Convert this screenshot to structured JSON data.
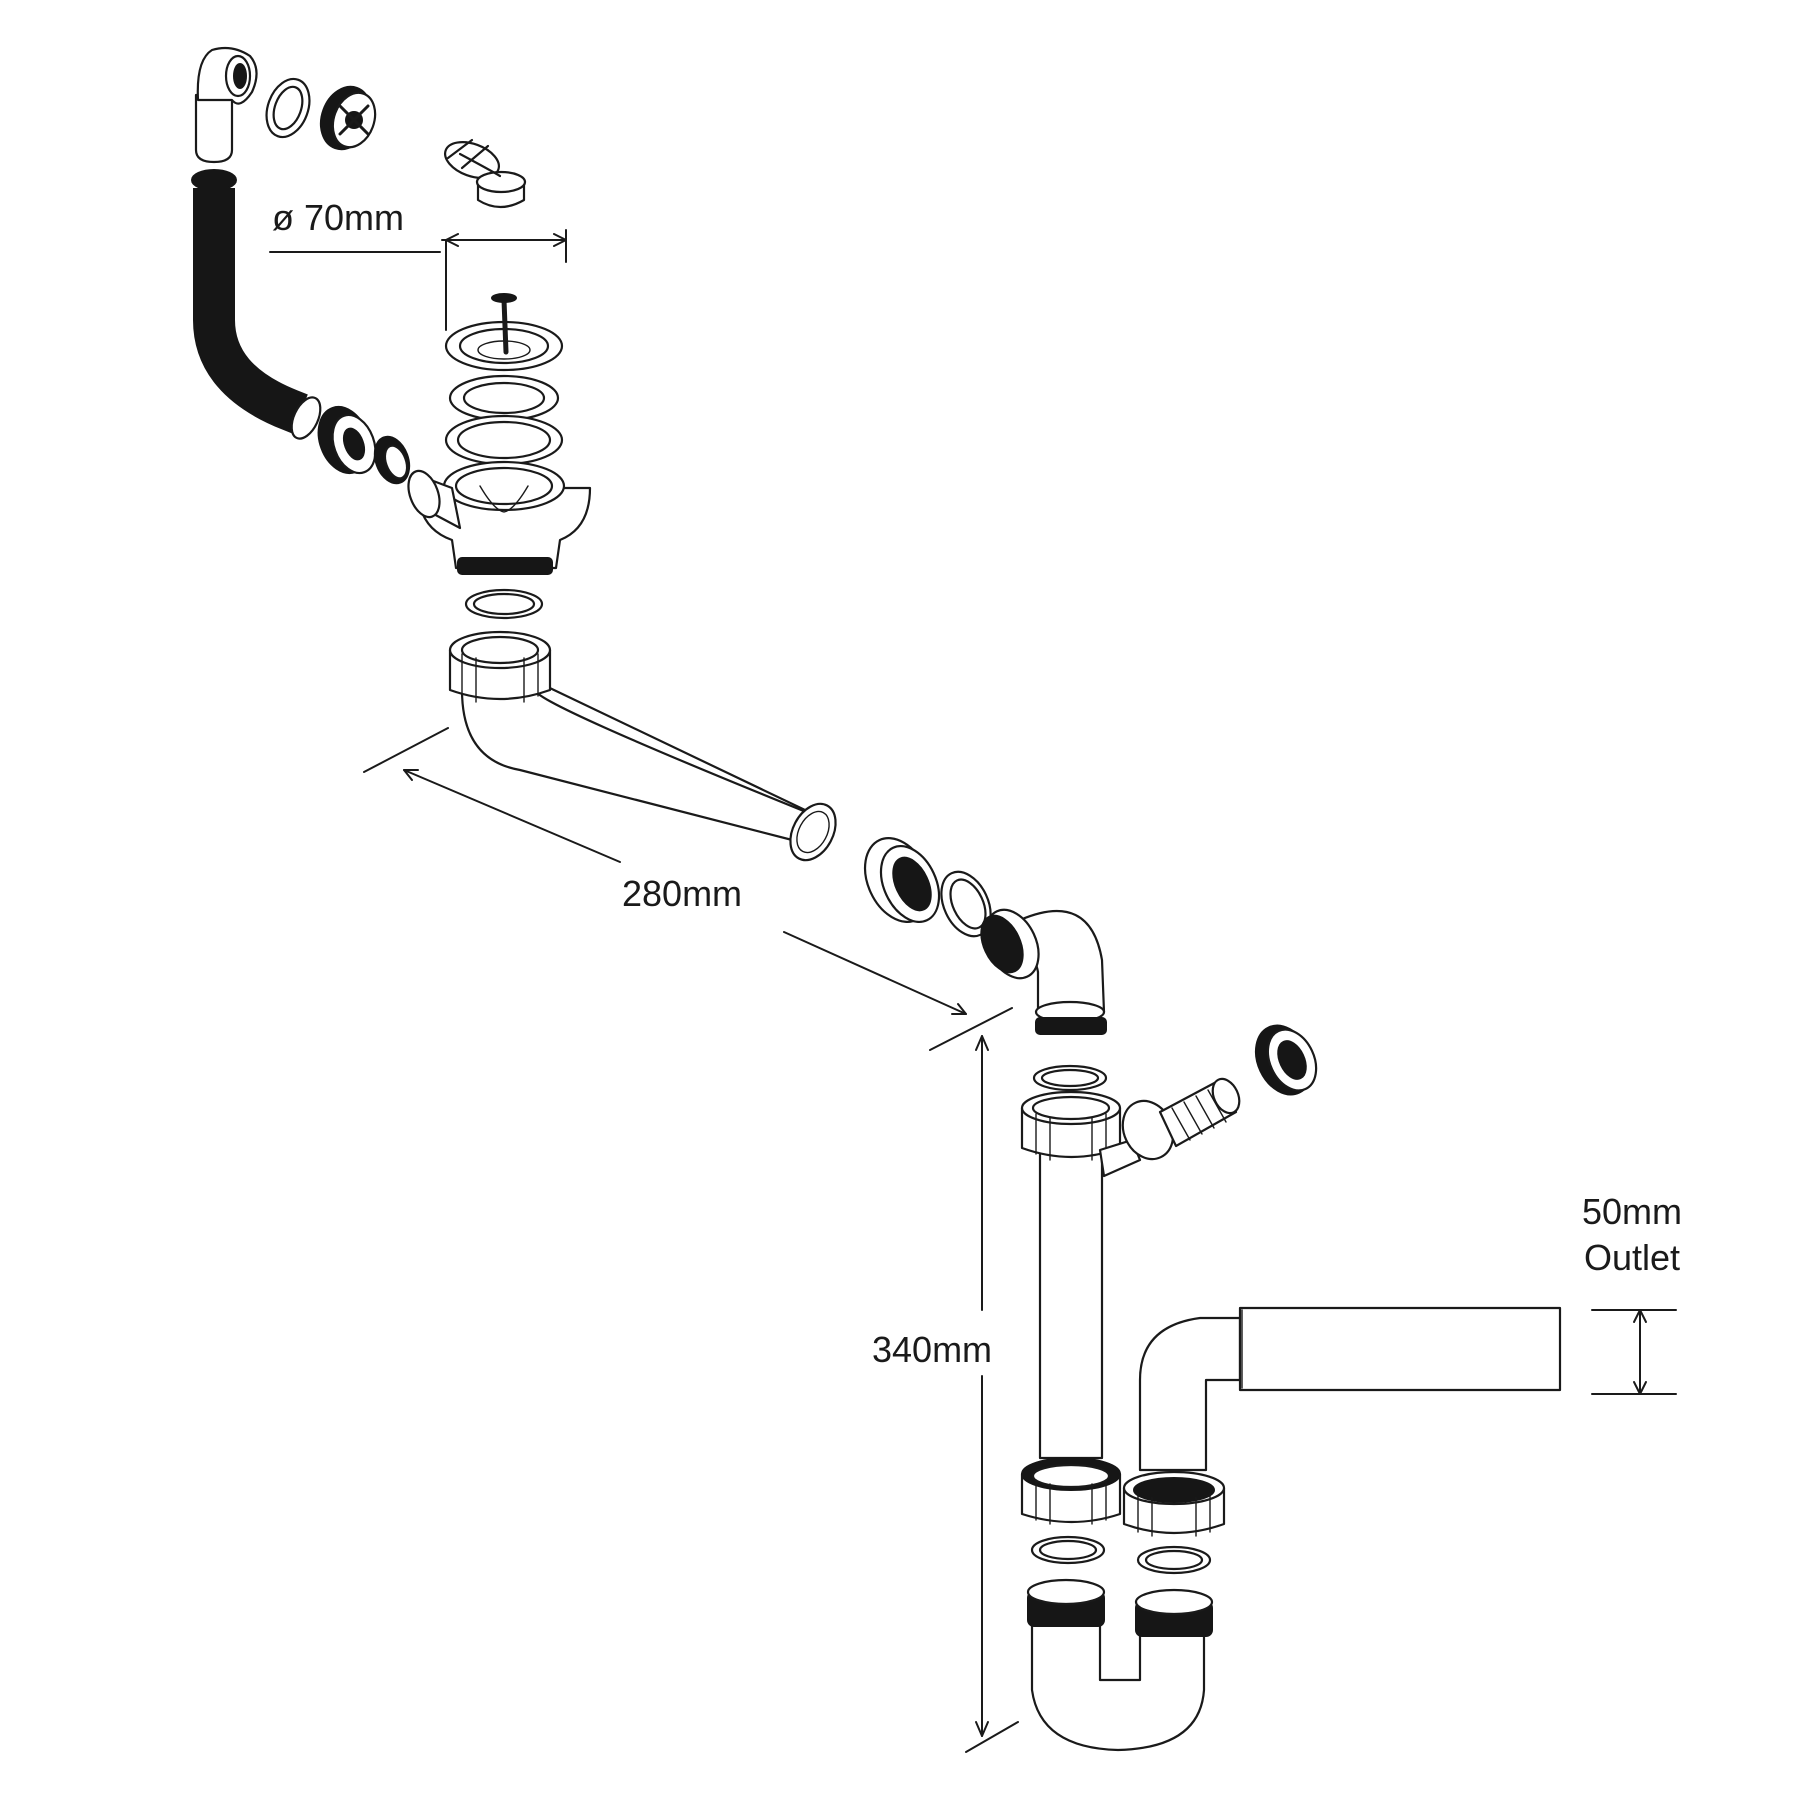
{
  "labels": {
    "strainer_diameter": "ø 70mm",
    "horizontal_pipe_length": "280mm",
    "vertical_pipe_length": "340mm",
    "outlet_size": "50mm",
    "outlet_word": "Outlet"
  }
}
